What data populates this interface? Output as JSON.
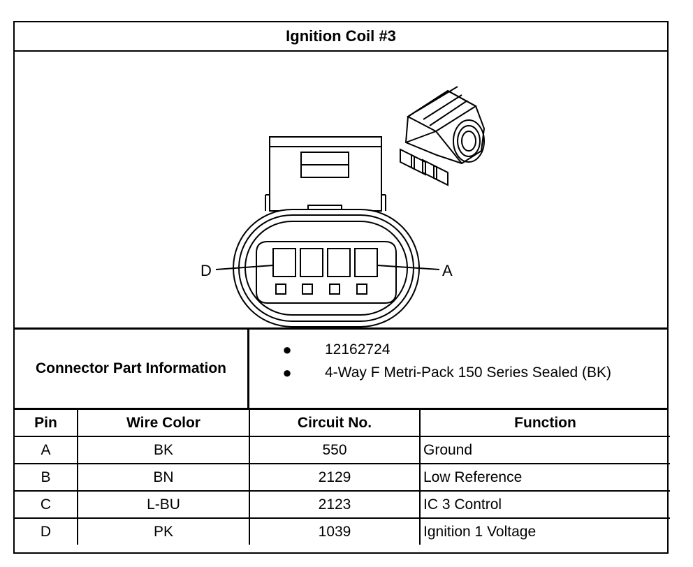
{
  "title": "Ignition Coil #3",
  "diagram": {
    "left_pin_label": "D",
    "right_pin_label": "A"
  },
  "connector_info": {
    "label": "Connector Part Information",
    "items": [
      "12162724",
      "4-Way F Metri-Pack 150 Series Sealed (BK)"
    ]
  },
  "table": {
    "headers": [
      "Pin",
      "Wire Color",
      "Circuit No.",
      "Function"
    ],
    "rows": [
      {
        "pin": "A",
        "wire_color": "BK",
        "circuit": "550",
        "function": "Ground"
      },
      {
        "pin": "B",
        "wire_color": "BN",
        "circuit": "2129",
        "function": "Low Reference"
      },
      {
        "pin": "C",
        "wire_color": "L-BU",
        "circuit": "2123",
        "function": "IC 3 Control"
      },
      {
        "pin": "D",
        "wire_color": "PK",
        "circuit": "1039",
        "function": "Ignition 1 Voltage"
      }
    ]
  }
}
